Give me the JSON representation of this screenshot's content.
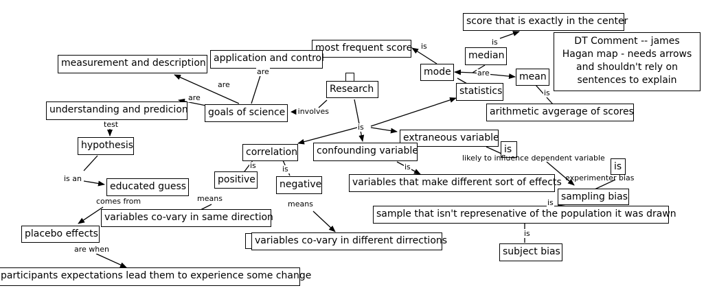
{
  "nodes": {
    "score_center": "score that is exactly in the center",
    "dt_comment": "DT Comment -- james Hagan map - needs arrows and shouldn't rely on sentences to explain",
    "most_frequent": "most frequent score",
    "median": "median",
    "application": "application and control",
    "measurement": "measurement and description",
    "mode": "mode",
    "mean": "mean",
    "research": "Research",
    "statistics": "statistics",
    "understanding": "understanding and predicion",
    "goals": "goals of science",
    "arithmetic": "arithmetic avgerage of scores",
    "extraneous": "extraneous variable",
    "hypothesis": "hypothesis",
    "correlation": "correlation",
    "confounding": "confounding variable",
    "is_box1": "is",
    "is_box2": "is",
    "positive": "positive",
    "negative": "negative",
    "diff_effects": "variables that make different sort of effects",
    "educated_guess": "educated guess",
    "sampling_bias": "sampling bias",
    "same_direction": "variables co-vary in same direction",
    "sample_text": "sample that isn't represenative of the population it was drawn",
    "placebo": "placebo effects",
    "diff_directions": "variables co-vary in different dirrections",
    "subject_bias": "subject bias",
    "participants": "participants expectations lead them to experience some change"
  },
  "labels": {
    "is_median_center": "is",
    "is_most_mode": "is",
    "are_mode_mean": "are",
    "are_app": "are",
    "are_meas": "are",
    "are_und": "are",
    "is_mean_arith": "is",
    "involves": "involves",
    "is_research": "is",
    "test": "test",
    "is_corr": "is",
    "is_neg": "is",
    "is_conf": "is",
    "likely": "likely to influence dependent variable",
    "is_an": "is an",
    "experimenter_bias": "experimenter bias",
    "means_pos": "means",
    "comes_from": "comes from",
    "means_neg": "means",
    "is_sample": "is",
    "is_subject": "is",
    "are_when": "are when"
  }
}
